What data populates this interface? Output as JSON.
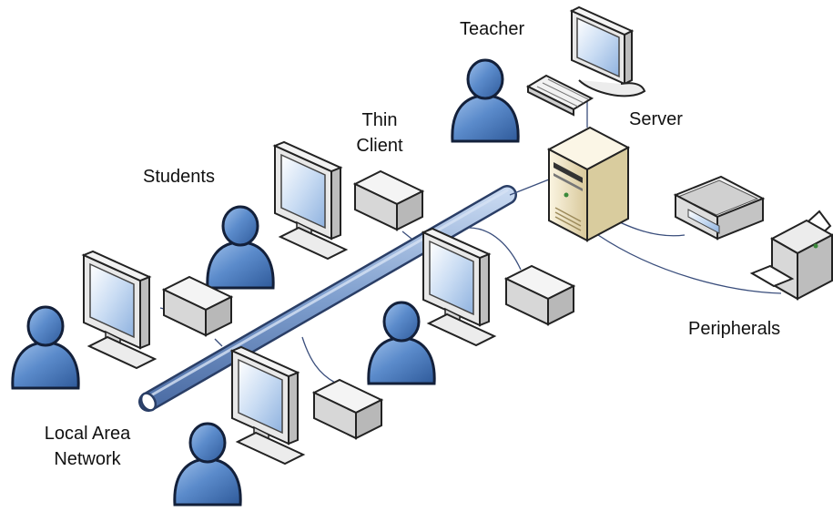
{
  "labels": {
    "teacher": "Teacher",
    "server": "Server",
    "thin_client_line1": "Thin",
    "thin_client_line2": "Client",
    "students": "Students",
    "peripherals": "Peripherals",
    "lan_line1": "Local Area",
    "lan_line2": "Network"
  },
  "colors": {
    "person_blue": "#4f7fbf",
    "person_outline": "#13203a",
    "cable_blue": "#7f9fce",
    "cable_outline": "#2a3e66",
    "monitor_body": "#e6e6e6",
    "monitor_outline": "#222222",
    "screen_blue": "#a8c6ea",
    "box_gray": "#dcdcdc",
    "server_beige": "#eadcb6",
    "connector_line": "#3a4e7c"
  },
  "icons": {
    "person": "person-icon",
    "monitor": "monitor-icon",
    "thin_client": "thin-client-box-icon",
    "server": "server-tower-icon",
    "keyboard": "keyboard-icon",
    "scanner": "scanner-icon",
    "printer": "printer-icon",
    "network": "network-cable-icon"
  }
}
